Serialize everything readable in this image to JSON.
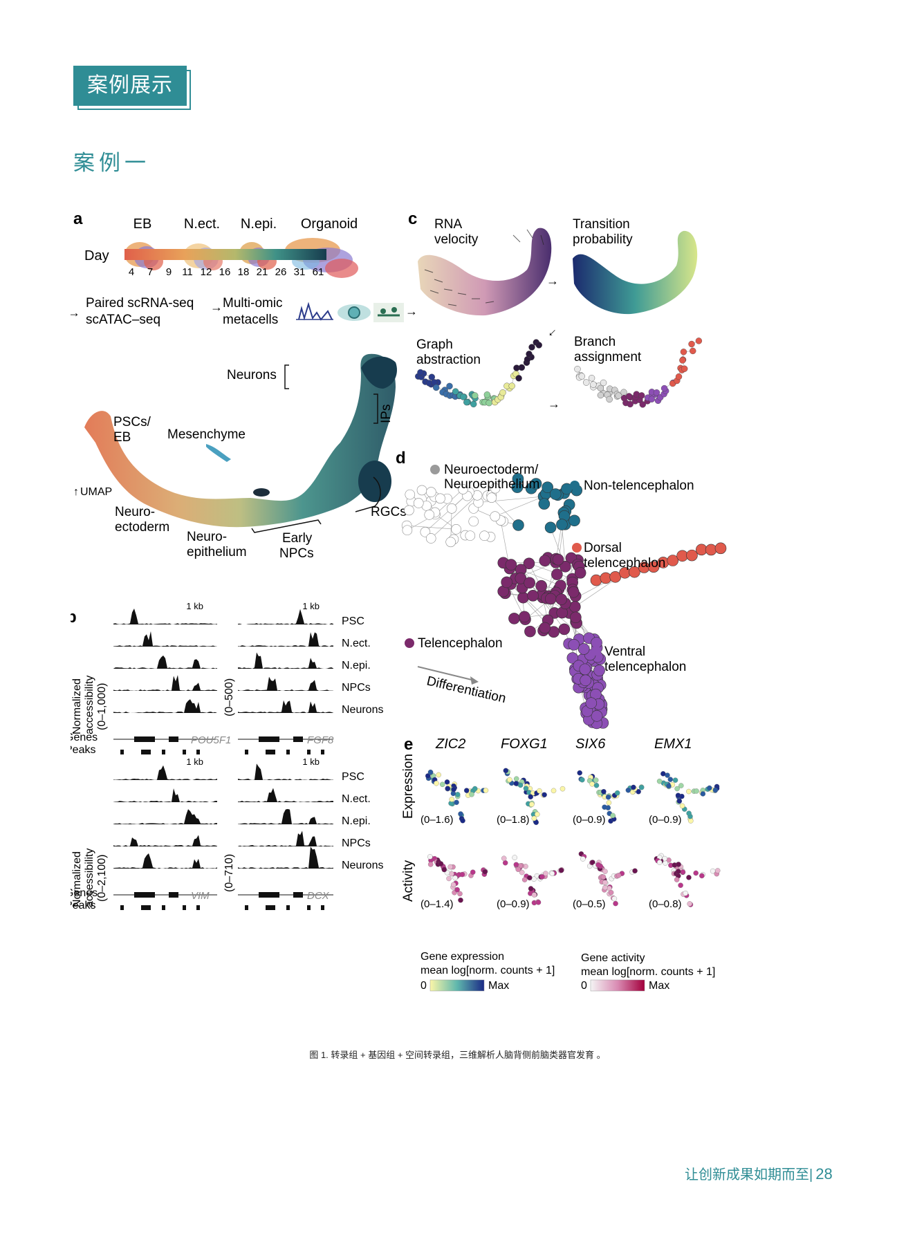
{
  "section_badge": "案例展示",
  "case_title": "案例一",
  "figure": {
    "panel_a": {
      "letter": "a",
      "stages": [
        "EB",
        "N.ect.",
        "N.epi.",
        "Organoid"
      ],
      "day_label": "Day",
      "day_ticks": [
        "4",
        "7",
        "9",
        "11",
        "12",
        "16",
        "18",
        "21",
        "26",
        "31",
        "61"
      ],
      "workflow": {
        "step1_line1": "Paired scRNA-seq",
        "step1_line2": "scATAC–seq",
        "step2_line1": "Multi-omic",
        "step2_line2": "metacells"
      },
      "umap_axis": "UMAP",
      "labels": {
        "neurons": "Neurons",
        "ips": "IPs",
        "pscs_line1": "PSCs/",
        "pscs_line2": "EB",
        "mesenchyme": "Mesenchyme",
        "neuroecto_line1": "Neuro-",
        "neuroecto_line2": "ectoderm",
        "neuroepi_line1": "Neuro-",
        "neuroepi_line2": "epithelium",
        "early_line1": "Early",
        "early_line2": "NPCs",
        "rgcs": "RGCs"
      }
    },
    "panel_b": {
      "letter": "b",
      "scale": "1 kb",
      "track_labels": [
        "PSC",
        "N.ect.",
        "N.epi.",
        "NPCs",
        "Neurons"
      ],
      "genes_label": "Genes",
      "peaks_label": "Peaks",
      "top_left_ylabel_line1": "Normalized",
      "top_left_ylabel_line2": "accessibility",
      "top_left_range": "(0–1,000)",
      "top_right_range": "(0–500)",
      "bottom_left_range": "(0–2,100)",
      "bottom_right_range": "(0–710)",
      "genes": [
        "POU5F1",
        "FGF8",
        "VIM",
        "DCX"
      ]
    },
    "panel_c": {
      "letter": "c",
      "rna_line1": "RNA",
      "rna_line2": "velocity",
      "trans_line1": "Transition",
      "trans_line2": "probability",
      "graph_line1": "Graph",
      "graph_line2": "abstraction",
      "branch_line1": "Branch",
      "branch_line2": "assignment"
    },
    "panel_d": {
      "letter": "d",
      "neuro_line1": "Neuroectoderm/",
      "neuro_line2": "Neuroepithelium",
      "non_tel": "Non-telencephalon",
      "dorsal_line1": "Dorsal",
      "dorsal_line2": "telencephalon",
      "telencephalon": "Telencephalon",
      "ventral_line1": "Ventral",
      "ventral_line2": "telencephalon",
      "differentiation": "Differentiation",
      "colors": {
        "neuro": "#9a9a9a",
        "non_tel": "#1f6f8b",
        "dorsal": "#e05a4c",
        "telencephalon": "#7b2a6b",
        "ventral": "#8c4fb5"
      }
    },
    "panel_e": {
      "letter": "e",
      "genes": [
        "ZIC2",
        "FOXG1",
        "SIX6",
        "EMX1"
      ],
      "expression_label": "Expression",
      "activity_label": "Activity",
      "expression_ranges": [
        "(0–1.6)",
        "(0–1.8)",
        "(0–0.9)",
        "(0–0.9)"
      ],
      "activity_ranges": [
        "(0–1.4)",
        "(0–0.9)",
        "(0–0.5)",
        "(0–0.8)"
      ],
      "legend_expr_line1": "Gene expression",
      "legend_expr_line2": "mean log[norm. counts + 1]",
      "legend_act_line1": "Gene activity",
      "legend_act_line2": "mean log[norm. counts + 1]",
      "legend_min": "0",
      "legend_max": "Max"
    }
  },
  "caption": "图 1. 转录组 + 基因组 + 空间转录组，三维解析人脑背侧前脑类器官发育 。",
  "footer": {
    "slogan": "让创新成果如期而至",
    "page_number": "28"
  }
}
